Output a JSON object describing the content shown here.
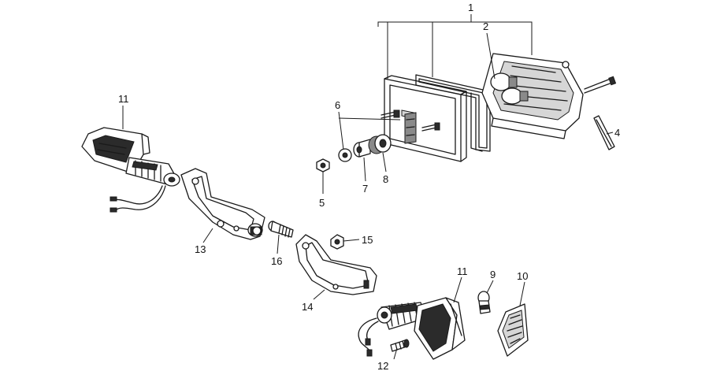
{
  "callouts": {
    "c1": "1",
    "c2": "2",
    "c4": "4",
    "c5": "5",
    "c6": "6",
    "c7": "7",
    "c8": "8",
    "c9": "9",
    "c10": "10",
    "c11a": "11",
    "c11b": "11",
    "c12": "12",
    "c13": "13",
    "c14": "14",
    "c15": "15",
    "c16": "16"
  }
}
